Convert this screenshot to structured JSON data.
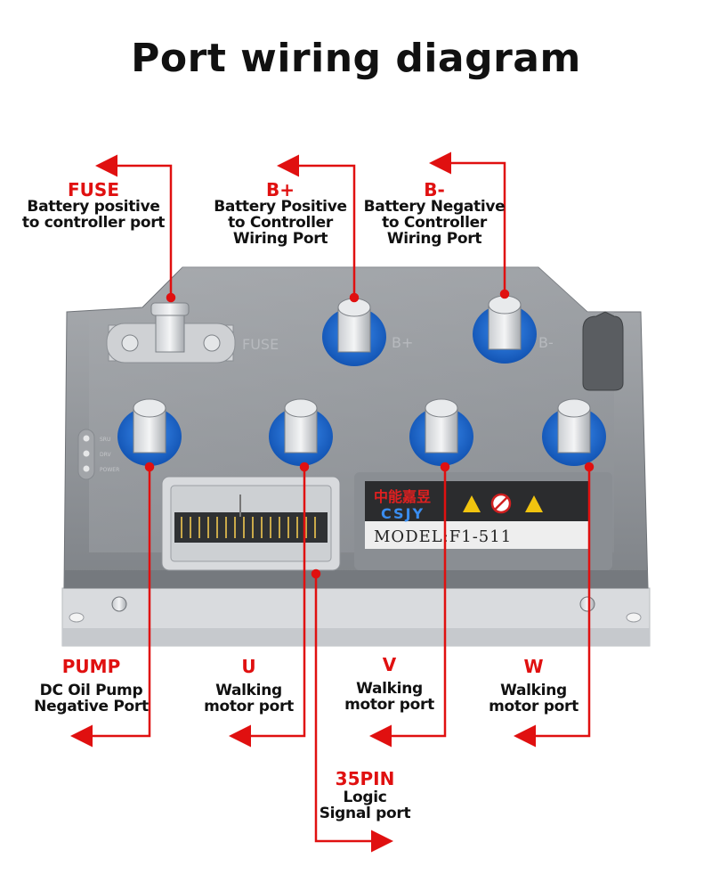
{
  "title": "Port wiring diagram",
  "ports": {
    "fuse": {
      "code": "FUSE",
      "desc": [
        "Battery positive",
        "to controller port"
      ]
    },
    "bplus": {
      "code": "B+",
      "desc": [
        "Battery Positive",
        "to Controller",
        "Wiring Port"
      ]
    },
    "bminus": {
      "code": "B-",
      "desc": [
        "Battery Negative",
        "to Controller",
        "Wiring Port"
      ]
    },
    "pump": {
      "code": "PUMP",
      "desc": [
        "DC Oil Pump",
        "Negative Port"
      ]
    },
    "u": {
      "code": "U",
      "desc": [
        "Walking",
        "motor port"
      ]
    },
    "v": {
      "code": "V",
      "desc": [
        "Walking",
        "motor port"
      ]
    },
    "w": {
      "code": "W",
      "desc": [
        "Walking",
        "motor port"
      ]
    },
    "pin35": {
      "code": "35PIN",
      "desc": [
        "Logic",
        "Signal port"
      ]
    }
  },
  "device": {
    "panel_ports": [
      "FUSE",
      "B+",
      "B-"
    ],
    "leds": [
      "SRU",
      "DRV",
      "POWER"
    ],
    "brand_cn": "中能嘉昱",
    "brand": "CSJY",
    "model": "MODEL:F1-511"
  },
  "colors": {
    "arrow": "#e01010",
    "housing": "#8f9398",
    "terminal": "#1d6fd0"
  }
}
